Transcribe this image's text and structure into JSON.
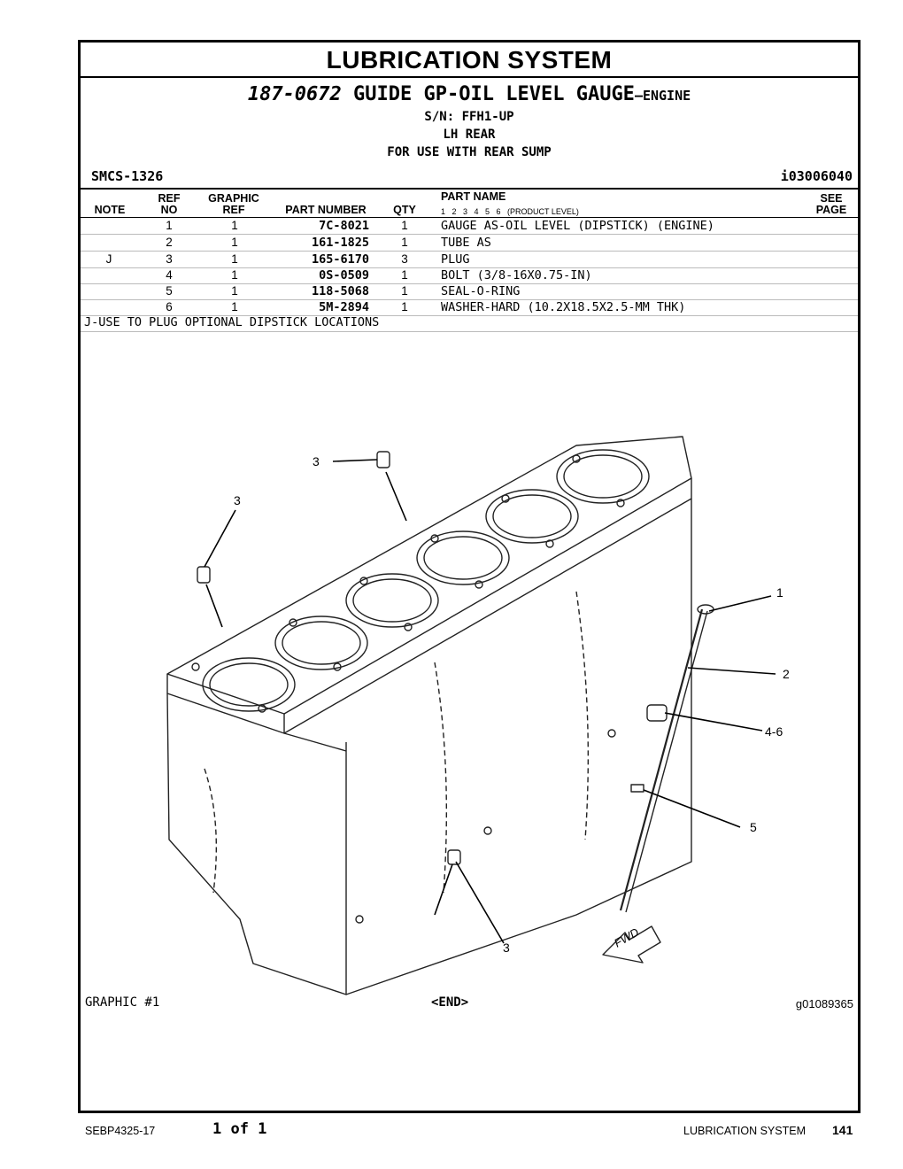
{
  "header": {
    "section_title": "LUBRICATION SYSTEM",
    "part_number": "187-0672",
    "part_desc": "GUIDE GP-OIL LEVEL GAUGE",
    "part_desc_suffix": "–ENGINE",
    "serial": "S/N: FFH1-UP",
    "position": "LH REAR",
    "usage": "FOR USE WITH REAR SUMP",
    "smcs": "SMCS-1326",
    "doc_id": "i03006040"
  },
  "columns": {
    "note": "NOTE",
    "ref_top": "REF",
    "ref_bottom": "NO",
    "graphic_top": "GRAPHIC",
    "graphic_bottom": "REF",
    "part_number": "PART NUMBER",
    "qty": "QTY",
    "part_name": "PART NAME",
    "product_level": "1   2   3   4   5   6   (PRODUCT LEVEL)",
    "see_top": "SEE",
    "see_bottom": "PAGE"
  },
  "rows": [
    {
      "note": "",
      "ref": "1",
      "gref": "1",
      "pn": "7C-8021",
      "qty": "1",
      "name": "GAUGE AS-OIL LEVEL (DIPSTICK) (ENGINE)"
    },
    {
      "note": "",
      "ref": "2",
      "gref": "1",
      "pn": "161-1825",
      "qty": "1",
      "name": "TUBE AS"
    },
    {
      "note": "J",
      "ref": "3",
      "gref": "1",
      "pn": "165-6170",
      "qty": "3",
      "name": "PLUG"
    },
    {
      "note": "",
      "ref": "4",
      "gref": "1",
      "pn": "0S-0509",
      "qty": "1",
      "name": "BOLT (3/8-16X0.75-IN)"
    },
    {
      "note": "",
      "ref": "5",
      "gref": "1",
      "pn": "118-5068",
      "qty": "1",
      "name": "SEAL-O-RING"
    },
    {
      "note": "",
      "ref": "6",
      "gref": "1",
      "pn": "5M-2894",
      "qty": "1",
      "name": "WASHER-HARD (10.2X18.5X2.5-MM THK)"
    }
  ],
  "note_text": "J-USE TO PLUG OPTIONAL DIPSTICK LOCATIONS",
  "graphic": {
    "callouts": {
      "c1": "1",
      "c2": "2",
      "c3a": "3",
      "c3b": "3",
      "c3c": "3",
      "c46": "4-6",
      "c5": "5"
    },
    "fwd": "FWD",
    "label": "GRAPHIC #1",
    "end": "<END>",
    "id": "g01089365"
  },
  "footer": {
    "doc": "SEBP4325-17",
    "pages": "1 of 1",
    "section": "LUBRICATION SYSTEM",
    "page_no": "141"
  }
}
